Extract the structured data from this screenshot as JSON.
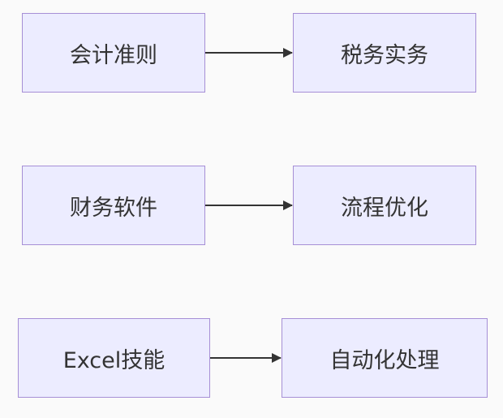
{
  "diagram": {
    "nodes": {
      "accounting_standards": "会计准则",
      "tax_practice": "税务实务",
      "financial_software": "财务软件",
      "process_optimization": "流程优化",
      "excel_skills": "Excel技能",
      "automation": "自动化处理"
    },
    "edges": [
      {
        "from": "accounting_standards",
        "to": "tax_practice"
      },
      {
        "from": "financial_software",
        "to": "process_optimization"
      },
      {
        "from": "excel_skills",
        "to": "automation"
      }
    ]
  }
}
